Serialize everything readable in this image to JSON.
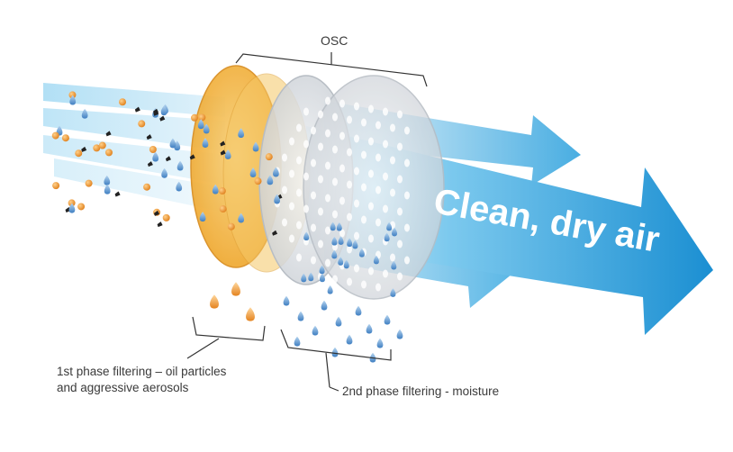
{
  "labels": {
    "osc": "OSC",
    "headline": "Clean, dry air",
    "phase1_line1": "1st phase filtering – oil particles",
    "phase1_line2": "and aggressive aerosols",
    "phase2": "2nd phase filtering - moisture"
  },
  "colors": {
    "arrow_light": "#bfe3f6",
    "arrow_mid": "#5fbde8",
    "arrow_dark": "#1f95d6",
    "filter_orange": "#f3b23a",
    "filter_grey": "#d7dbe0",
    "oil_drop": "#f0932b",
    "water_drop": "#4f8fcc",
    "text": "#3a3a3a"
  }
}
